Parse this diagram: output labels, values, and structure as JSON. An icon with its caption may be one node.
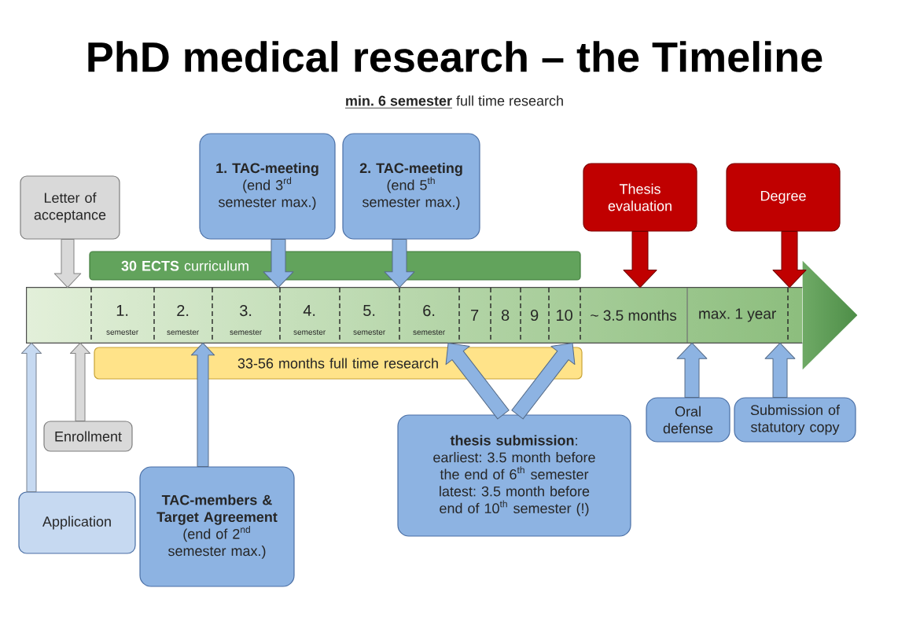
{
  "diagram": {
    "title": "PhD medical research – the Timeline",
    "nodes": [
      {
        "text": [
          "Letter of acceptance"
        ]
      },
      {
        "text": [
          "1. TAC-meeting",
          "(end 3$^{rd}$ semester max.)"
        ]
      },
      {
        "text": [
          "2. TAC-meeting",
          "(end 5$^{th}$ semester max.)"
        ]
      },
      {
        "text": [
          "Thesis evaluation"
        ]
      },
      {
        "text": [
          "Degree"
        ]
      },
      {
        "text": [
          "**30 ECTS** curriculum"
        ]
      },
      {
        "text": [],
        "shape": "arrow"
      },
      {
        "text": [
          "1.",
          "semester"
        ],
        "in": 6
      },
      {
        "text": [
          "2.",
          "semester"
        ],
        "in": 6
      },
      {
        "text": [
          "3.",
          "semester"
        ],
        "in": 6
      },
      {
        "text": [
          "4.",
          "semester"
        ],
        "in": 6
      },
      {
        "text": [
          "5.",
          "semester"
        ],
        "in": 6
      },
      {
        "text": [
          "6.",
          "semester"
        ],
        "in": 6
      },
      {
        "text": [
          "7"
        ],
        "in": 6
      },
      {
        "text": [
          "8"
        ],
        "in": 6
      },
      {
        "text": [
          "9"
        ],
        "in": 6
      },
      {
        "text": [
          "10"
        ],
        "in": 6
      },
      {
        "text": [
          "~ 3.5 months"
        ],
        "in": 6
      },
      {
        "text": [
          "max. 1 year"
        ],
        "in": 6
      },
      {
        "text": [
          "33-56 months full time research"
        ]
      },
      {
        "text": [
          "Oral defense"
        ]
      },
      {
        "text": [
          "Submission of statutory copy"
        ]
      },
      {
        "text": [
          "**thesis submission**:",
          "earliest: 3.5 month before the end of 6$^{th}$ semester",
          "latest: 3.5 month before end of 10$^{th}$ semester (!)"
        ]
      },
      {
        "text": [
          "Enrollment"
        ]
      },
      {
        "text": [
          "TAC-members & Target Agreement",
          "(end of 2$^{nd}$ semester max.)"
        ]
      },
      {
        "text": [
          "Application"
        ]
      }
    ],
    "edges": [
      {
        "from": 0,
        "to": 6,
        "arrow": "to",
        "color": "#d9d9d9"
      },
      {
        "from": 1,
        "to": 6,
        "arrow": "to"
      },
      {
        "from": 2,
        "to": 6,
        "arrow": "to"
      },
      {
        "from": 3,
        "to": 6,
        "arrow": "to",
        "color": "#c00000"
      },
      {
        "from": 4,
        "to": 6,
        "arrow": "to",
        "color": "#c00000"
      },
      {
        "from": 20,
        "to": 6,
        "arrow": "to"
      },
      {
        "from": 21,
        "to": 6,
        "arrow": "to"
      },
      {
        "from": 22,
        "to": 6,
        "arrow": "to"
      },
      {
        "from": 22,
        "to": 6,
        "arrow": "to"
      },
      {
        "from": 23,
        "to": 6,
        "arrow": "to",
        "color": "#d9d9d9"
      },
      {
        "from": 24,
        "to": 6,
        "arrow": "to"
      },
      {
        "from": 25,
        "to": 6,
        "arrow": "to",
        "color": "#c6d9f1"
      }
    ],
    "labels": [
      "**min. 6 semester** full time research"
    ]
  }
}
